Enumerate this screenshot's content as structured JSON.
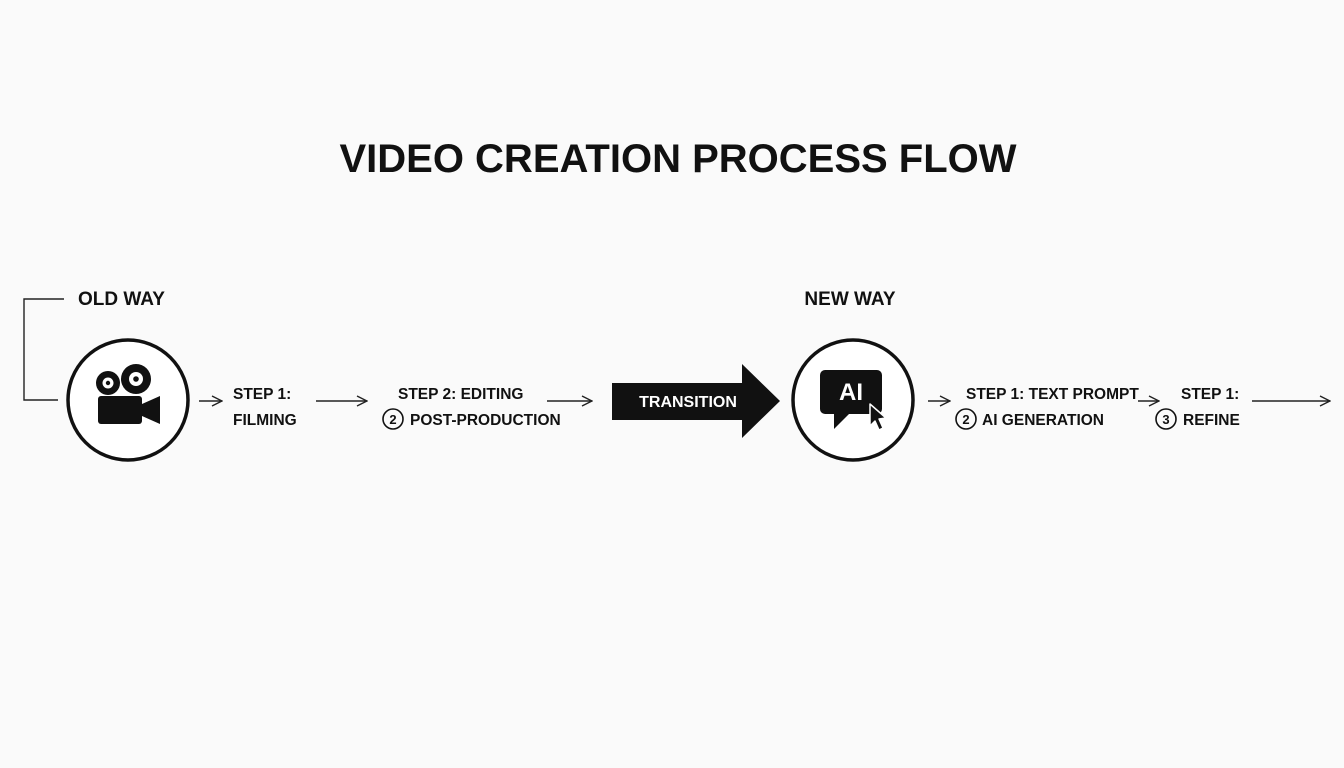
{
  "title": "VIDEO CREATION PROCESS FLOW",
  "old_way": {
    "label": "OLD WAY",
    "icon": "movie-camera-icon",
    "step1": {
      "line1": "STEP 1:",
      "line2": "FILMING"
    },
    "step2": {
      "line1": "STEP 2: EDITING",
      "number": "2",
      "line2": "POST-PRODUCTION"
    }
  },
  "transition": {
    "label": "TRANSITION"
  },
  "new_way": {
    "label": "NEW WAY",
    "icon": "ai-chat-cursor-icon",
    "icon_text": "AI",
    "step1": {
      "line1": "STEP 1: TEXT PROMPT",
      "number": "2",
      "line2": "AI GENERATION"
    },
    "step2": {
      "line1": "STEP 1:",
      "number": "3",
      "line2": "REFINE"
    }
  },
  "colors": {
    "ink": "#111111",
    "background": "#fafafa"
  }
}
